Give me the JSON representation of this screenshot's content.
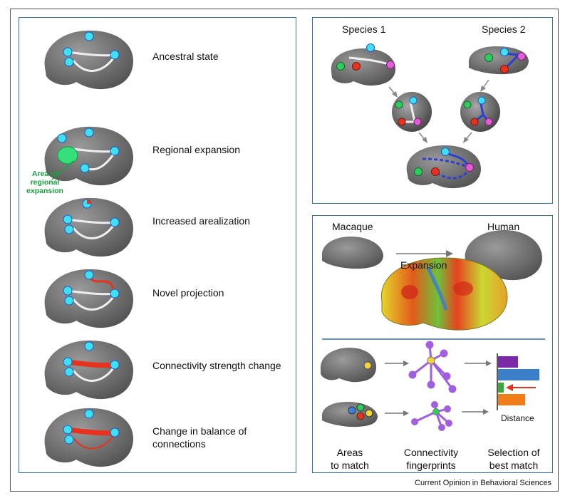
{
  "left_panel": {
    "rows": [
      {
        "label": "Ancestral state"
      },
      {
        "label": "Regional expansion"
      },
      {
        "label": "Increased arealization"
      },
      {
        "label": "Novel projection"
      },
      {
        "label": "Connectivity strength change"
      },
      {
        "label": "Change in balance of connections"
      }
    ],
    "expansion_annotation": [
      "Area of",
      "regional",
      "expansion"
    ]
  },
  "top_right": {
    "species1": "Species 1",
    "species2": "Species 2"
  },
  "bottom_right": {
    "macaque": "Macaque",
    "human": "Human",
    "expansion": "Expansion",
    "areas_to_match": [
      "Areas",
      "to match"
    ],
    "fingerprints": [
      "Connectivity",
      "fingerprints"
    ],
    "selection": [
      "Selection of",
      "best match"
    ],
    "distance": "Distance"
  },
  "footer": "Current Opinion in Behavioral Sciences",
  "colors": {
    "panel_border": "#2f6fb3",
    "node": "#3fe0f0",
    "red": "#e8321e",
    "green": "#2ecc5a",
    "magenta": "#e15bd8",
    "blue": "#2b3fd1",
    "purple": "#a25ee0"
  }
}
